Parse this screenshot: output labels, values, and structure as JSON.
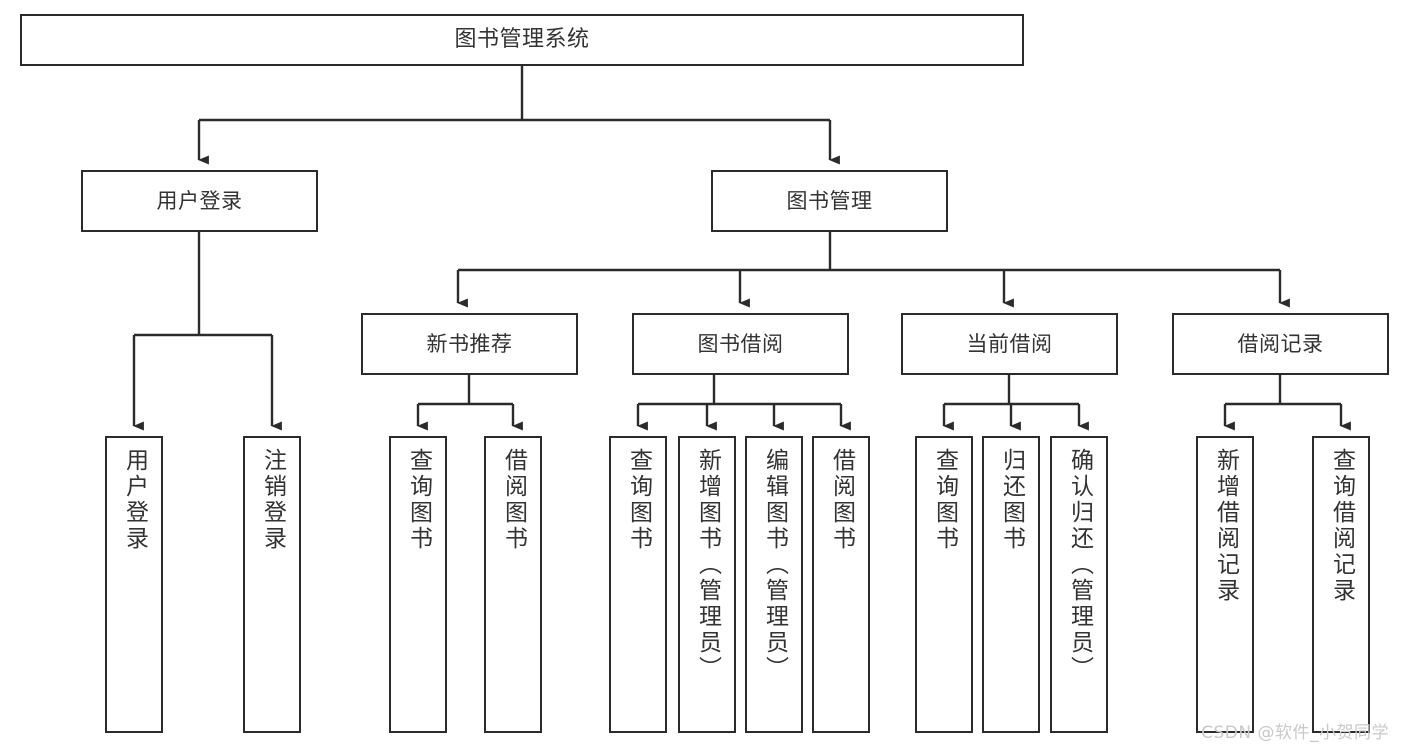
{
  "diagram": {
    "title": "图书管理系统",
    "type": "tree-hierarchy-chart",
    "line_color": "#2b2b2b",
    "text_color": "#333333",
    "background_color": "#ffffff",
    "watermark": "CSDN @软件_小贺同学"
  },
  "nodes": {
    "root": {
      "label": "图书管理系统"
    },
    "level2": [
      {
        "label": "用户登录"
      },
      {
        "label": "图书管理"
      }
    ],
    "level3": [
      {
        "label": "新书推荐"
      },
      {
        "label": "图书借阅"
      },
      {
        "label": "当前借阅"
      },
      {
        "label": "借阅记录"
      }
    ],
    "leaves": {
      "user_login": [
        {
          "label": "用户登录"
        },
        {
          "label": "注销登录"
        }
      ],
      "new_book_recommend": [
        {
          "label": "查询图书"
        },
        {
          "label": "借阅图书"
        }
      ],
      "book_borrow": [
        {
          "label": "查询图书"
        },
        {
          "label": "新增图书（管理员）"
        },
        {
          "label": "编辑图书（管理员）"
        },
        {
          "label": "借阅图书"
        }
      ],
      "current_borrow": [
        {
          "label": "查询图书"
        },
        {
          "label": "归还图书"
        },
        {
          "label": "确认归还（管理员）"
        }
      ],
      "borrow_record": [
        {
          "label": "新增借阅记录"
        },
        {
          "label": "查询借阅记录"
        }
      ]
    }
  }
}
